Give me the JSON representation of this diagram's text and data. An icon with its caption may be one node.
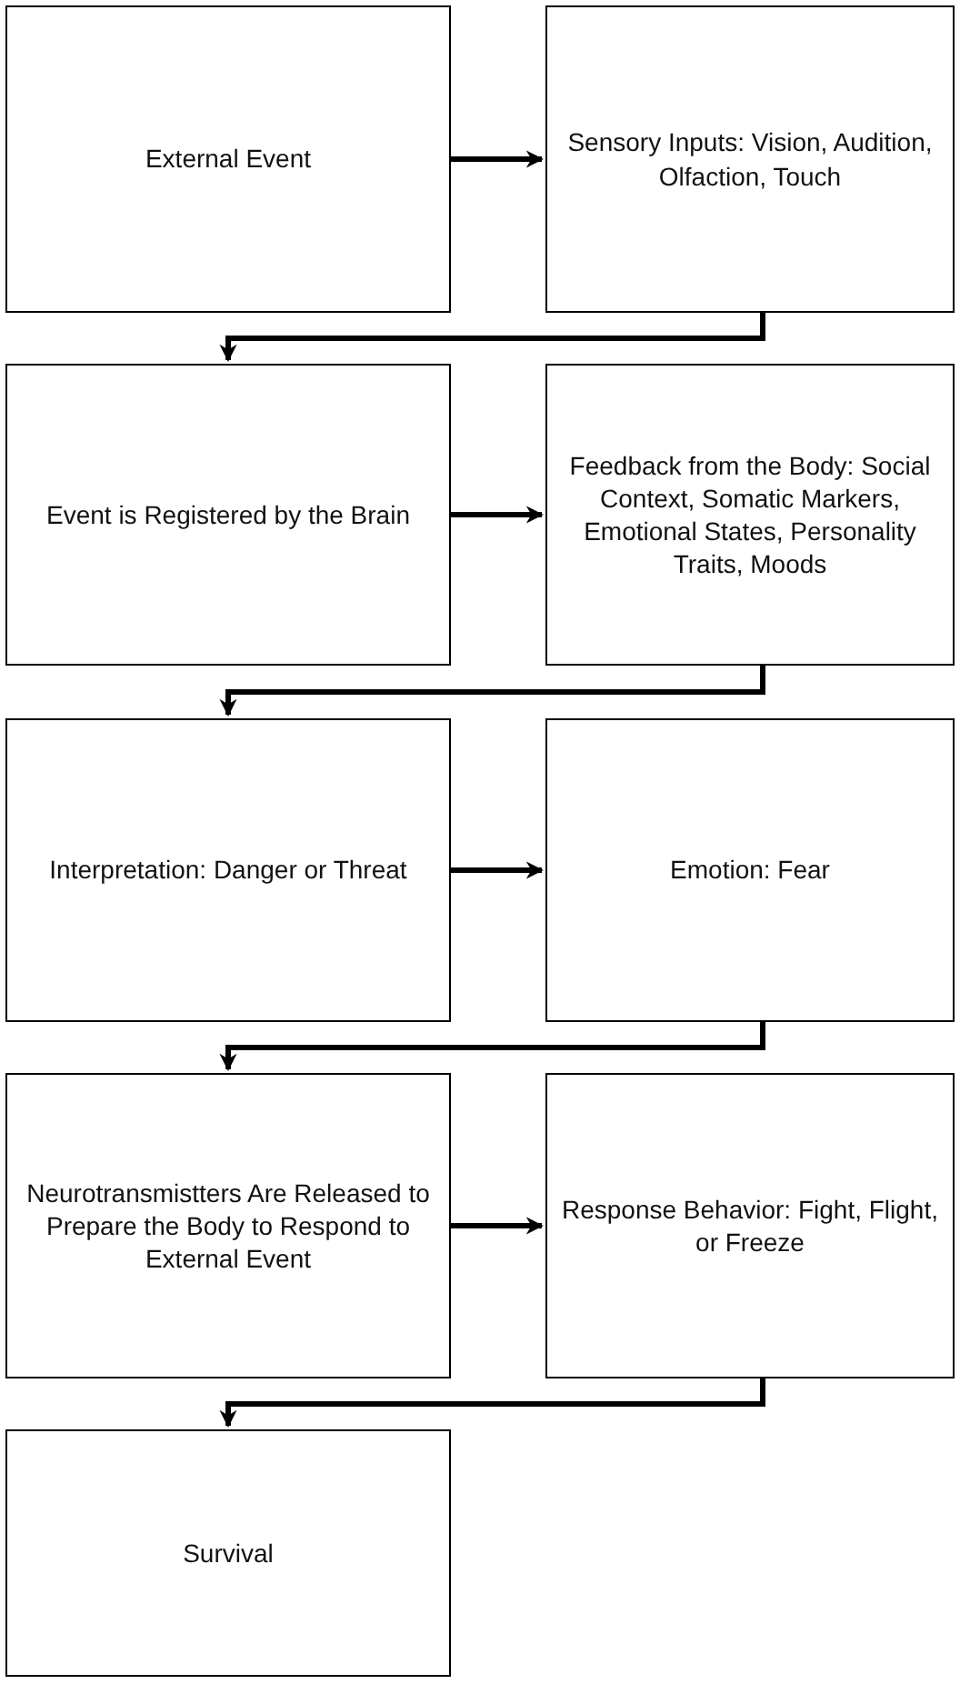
{
  "diagram": {
    "nodes": [
      {
        "text": [
          "External Event"
        ]
      },
      {
        "text": [
          "Sensory Inputs: Vision, Audition, Olfaction, Touch"
        ]
      },
      {
        "text": [
          "Event is Registered by the Brain"
        ]
      },
      {
        "text": [
          "Feedback from the Body: Social Context, Somatic Markers, Emotional States, Personality Traits, Moods"
        ]
      },
      {
        "text": [
          "Interpretation: Danger or Threat"
        ]
      },
      {
        "text": [
          "Emotion: Fear"
        ]
      },
      {
        "text": [
          "Neurotransmistters Are Released to Prepare the Body to Respond to External Event"
        ]
      },
      {
        "text": [
          "Response Behavior: Fight, Flight, or Freeze"
        ]
      },
      {
        "text": [
          "Survival"
        ]
      }
    ],
    "edges": [
      {
        "from": 0,
        "to": 1,
        "arrow": "to"
      },
      {
        "from": 1,
        "to": 2,
        "arrow": "to"
      },
      {
        "from": 2,
        "to": 3,
        "arrow": "to"
      },
      {
        "from": 3,
        "to": 4,
        "arrow": "to"
      },
      {
        "from": 4,
        "to": 5,
        "arrow": "to"
      },
      {
        "from": 5,
        "to": 6,
        "arrow": "to"
      },
      {
        "from": 6,
        "to": 7,
        "arrow": "to"
      },
      {
        "from": 7,
        "to": 8,
        "arrow": "to"
      }
    ]
  }
}
